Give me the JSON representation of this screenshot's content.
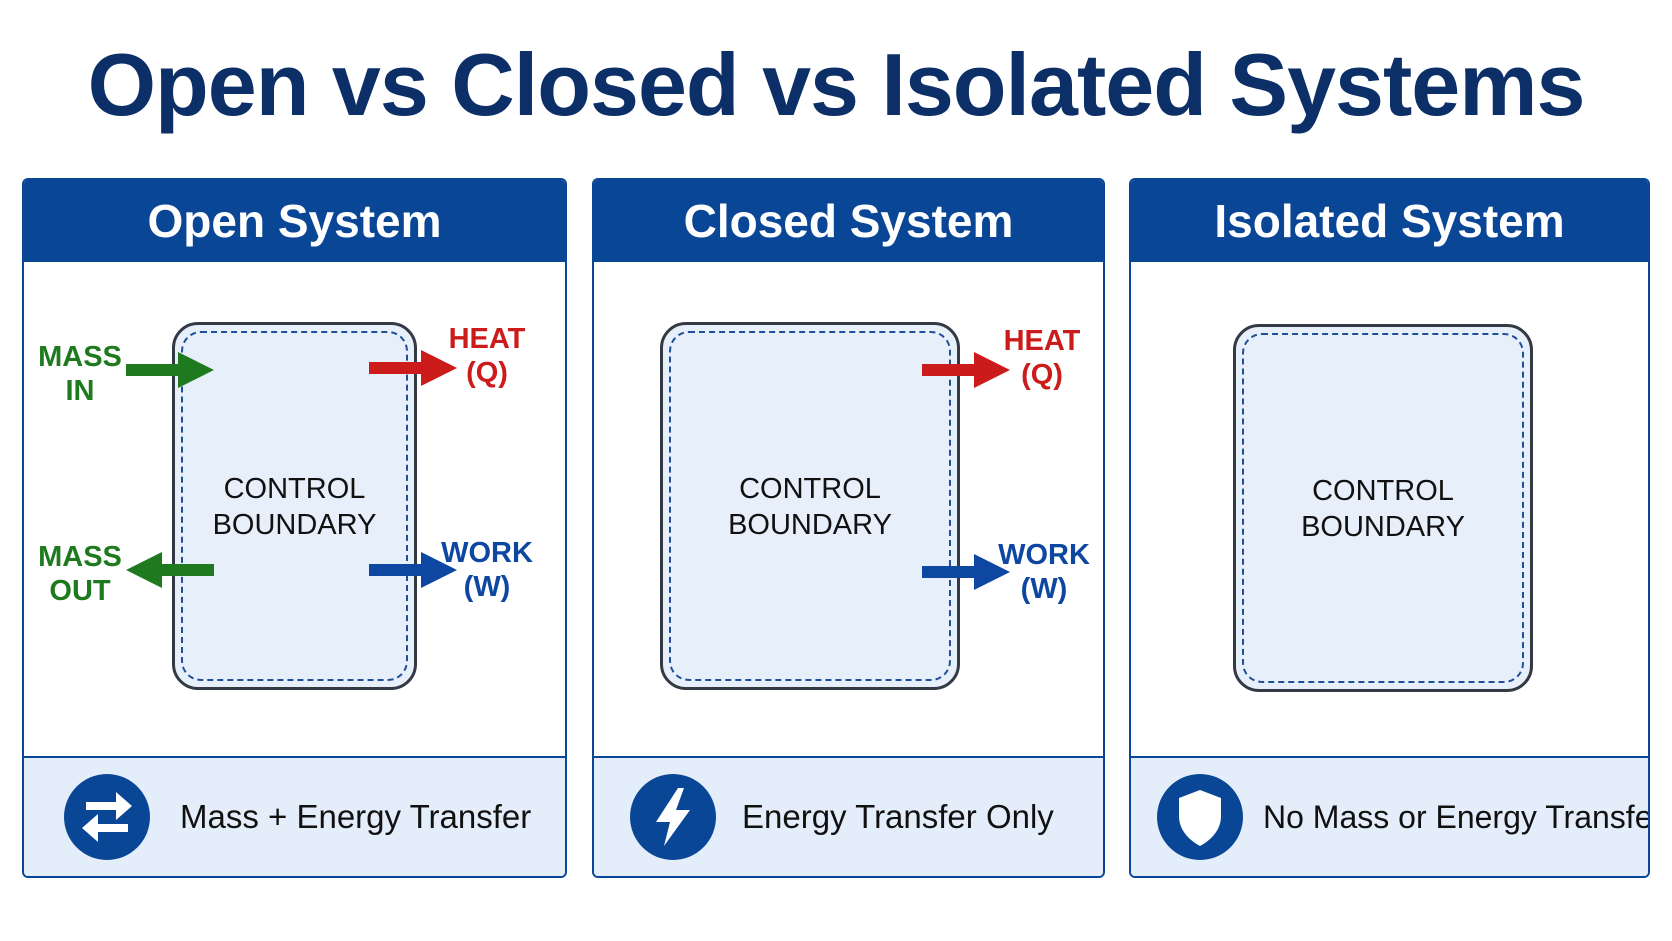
{
  "title": "Open vs Closed vs Isolated Systems",
  "colors": {
    "navy": "#0a4696",
    "title": "#0b2f66",
    "mass": "#1f7a1f",
    "heat": "#cc1b1b",
    "work": "#0d47a1",
    "boundary_fill": "#e7effb"
  },
  "panels": [
    {
      "header": "Open System",
      "boundary_label": [
        "CONTROL",
        "BOUNDARY"
      ],
      "flows": {
        "mass_in": [
          "MASS",
          "IN"
        ],
        "mass_out": [
          "MASS",
          "OUT"
        ],
        "heat": [
          "HEAT",
          "(Q)"
        ],
        "work": [
          "WORK",
          "(W)"
        ]
      },
      "footer_icon": "swap-arrows-icon",
      "footer_text": "Mass + Energy Transfer"
    },
    {
      "header": "Closed System",
      "boundary_label": [
        "CONTROL",
        "BOUNDARY"
      ],
      "flows": {
        "heat": [
          "HEAT",
          "(Q)"
        ],
        "work": [
          "WORK",
          "(W)"
        ]
      },
      "footer_icon": "lightning-bolt-icon",
      "footer_text": "Energy Transfer Only"
    },
    {
      "header": "Isolated System",
      "boundary_label": [
        "CONTROL",
        "BOUNDARY"
      ],
      "flows": {},
      "footer_icon": "shield-icon",
      "footer_text": "No Mass or Energy Transfer"
    }
  ]
}
